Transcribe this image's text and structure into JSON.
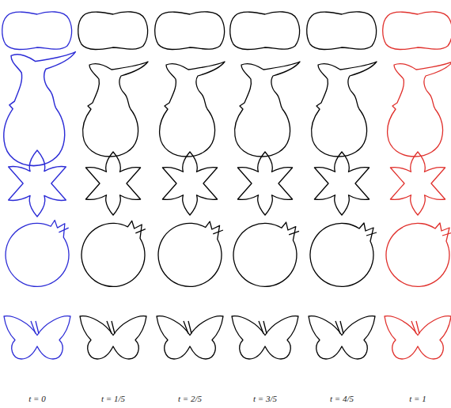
{
  "diagram": {
    "labels": [
      "t = 0",
      "t = 1/5",
      "t = 2/5",
      "t = 3/5",
      "t = 4/5",
      "t = 1"
    ]
  }
}
